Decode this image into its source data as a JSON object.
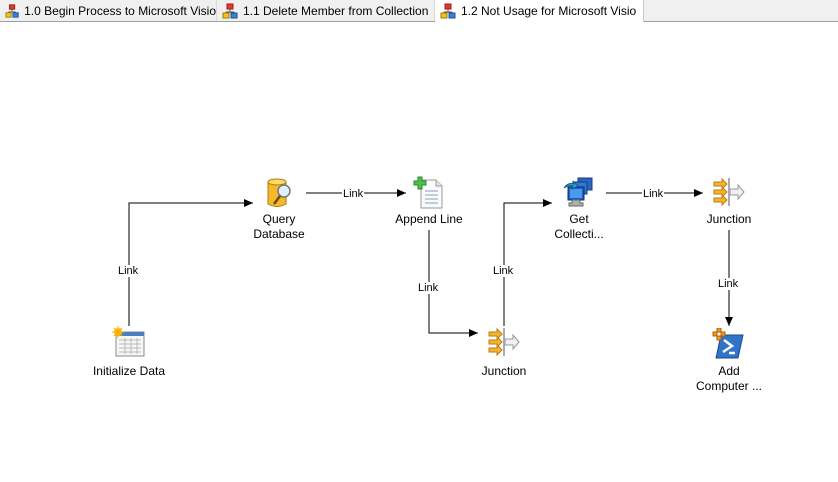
{
  "tabs": [
    {
      "label": "1.0 Begin Process to Microsoft Visio",
      "icon": "runbook-icon",
      "active": false
    },
    {
      "label": "1.1 Delete Member from Collection",
      "icon": "runbook-icon",
      "active": false
    },
    {
      "label": "1.2 Not Usage for Microsoft Visio",
      "icon": "runbook-icon",
      "active": true
    }
  ],
  "nodes": {
    "initialize_data": {
      "label": "Initialize Data",
      "icon": "initialize-data-icon"
    },
    "query_database": {
      "label": "Query\nDatabase",
      "icon": "query-database-icon"
    },
    "append_line": {
      "label": "Append Line",
      "icon": "append-line-icon"
    },
    "junction_1": {
      "label": "Junction",
      "icon": "junction-icon"
    },
    "get_collection": {
      "label": "Get\nCollecti...",
      "icon": "get-collection-icon"
    },
    "junction_2": {
      "label": "Junction",
      "icon": "junction-icon"
    },
    "add_computer": {
      "label": "Add\nComputer ...",
      "icon": "powershell-icon"
    }
  },
  "links": [
    {
      "from": "initialize_data",
      "to": "query_database",
      "label": "Link"
    },
    {
      "from": "query_database",
      "to": "append_line",
      "label": "Link"
    },
    {
      "from": "append_line",
      "to": "junction_1",
      "label": "Link"
    },
    {
      "from": "junction_1",
      "to": "get_collection",
      "label": "Link"
    },
    {
      "from": "get_collection",
      "to": "junction_2",
      "label": "Link"
    },
    {
      "from": "junction_2",
      "to": "add_computer",
      "label": "Link"
    }
  ]
}
